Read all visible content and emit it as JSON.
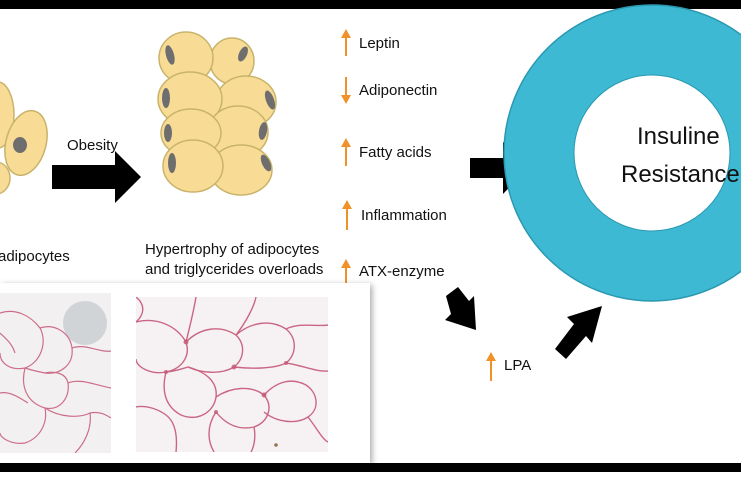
{
  "labels": {
    "obesity": "Obesity",
    "adipocytes": "adipocytes",
    "hypertrophy_line1": "Hypertrophy of adipocytes",
    "hypertrophy_line2": "and triglycerides overloads"
  },
  "factors": [
    {
      "name": "Leptin",
      "trend": "up"
    },
    {
      "name": "Adiponectin",
      "trend": "down"
    },
    {
      "name": "Fatty acids",
      "trend": "up"
    },
    {
      "name": "Inflammation",
      "trend": "up"
    },
    {
      "name": "ATX-enzyme",
      "trend": "up"
    }
  ],
  "lpa": {
    "name": "LPA",
    "trend": "up"
  },
  "outcome": {
    "line1": "Insuline",
    "line2": "Resistance"
  },
  "colors": {
    "ring": "#3db9d3",
    "ring_border": "#2a98b0",
    "cell_fill": "#f8dc95",
    "cell_stroke": "#c9b36a",
    "nucleus": "#6e6e6e",
    "trend_arrow": "#f0922a",
    "black": "#000000",
    "tissue_membrane": "#c65877"
  }
}
